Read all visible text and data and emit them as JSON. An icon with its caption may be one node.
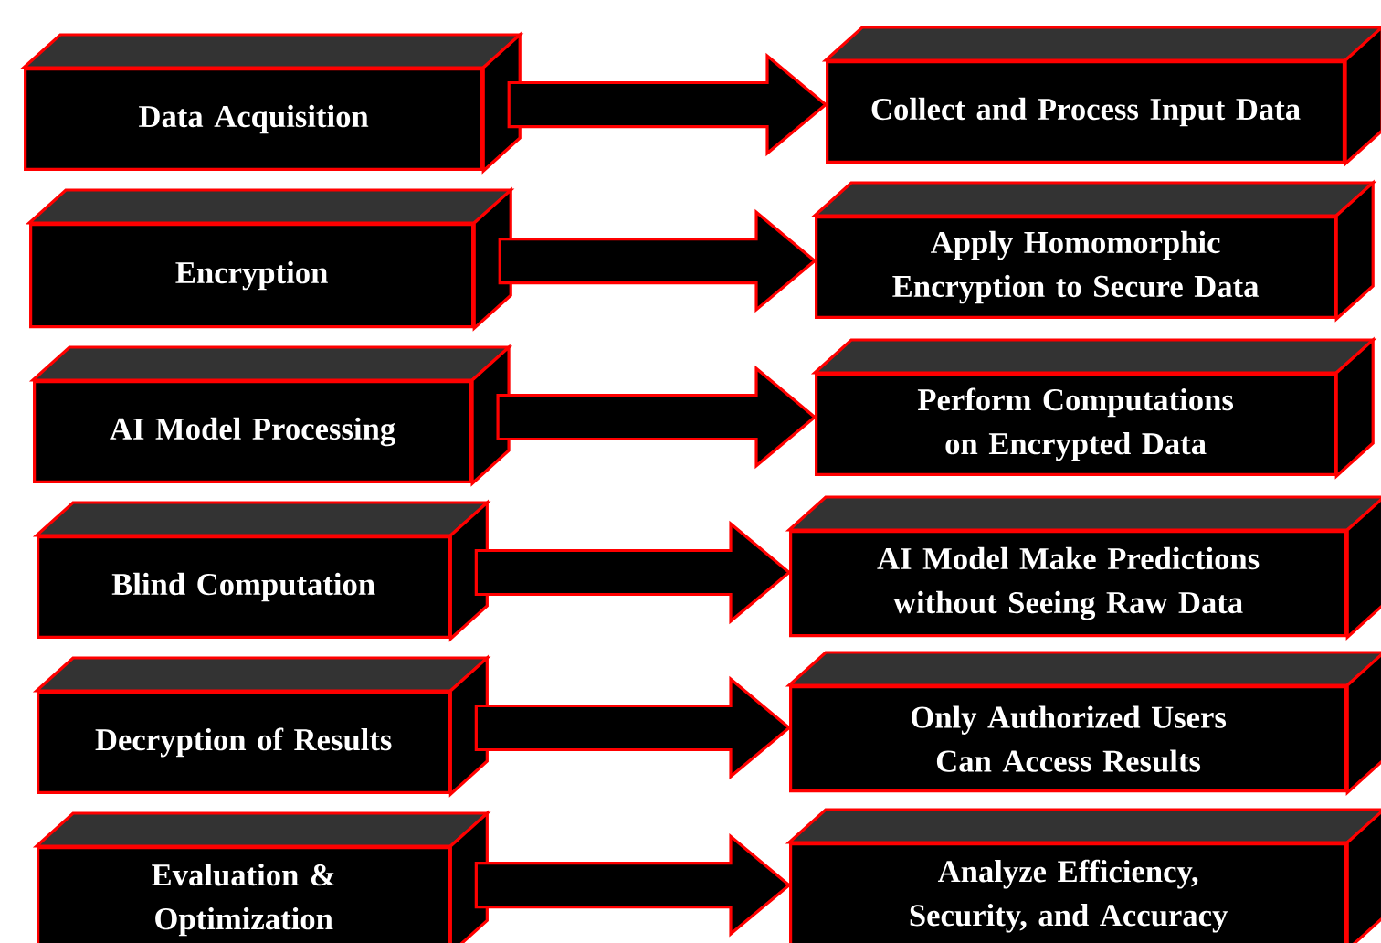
{
  "diagram": {
    "nodes": [
      {
        "text": [
          "Data Acquisition"
        ]
      },
      {
        "text": [
          "Collect and Process Input Data"
        ]
      },
      {
        "text": [
          "Encryption"
        ]
      },
      {
        "text": [
          "Apply Homomorphic Encryption to Secure Data"
        ]
      },
      {
        "text": [
          "AI Model Processing"
        ]
      },
      {
        "text": [
          "Perform Computations on Encrypted Data"
        ]
      },
      {
        "text": [
          "Blind Computation"
        ]
      },
      {
        "text": [
          "AI Model Make Predictions without Seeing Raw Data"
        ]
      },
      {
        "text": [
          "Decryption of Results"
        ]
      },
      {
        "text": [
          "Only Authorized Users Can Access Results"
        ]
      },
      {
        "text": [
          "Evaluation & Optimization"
        ]
      },
      {
        "text": [
          "Analyze Efficiency, Security, and Accuracy"
        ]
      }
    ],
    "edges": [
      {
        "from": 0,
        "to": 1,
        "arrow": "to"
      },
      {
        "from": 2,
        "to": 3,
        "arrow": "to"
      },
      {
        "from": 4,
        "to": 5,
        "arrow": "to"
      },
      {
        "from": 6,
        "to": 7,
        "arrow": "to"
      },
      {
        "from": 8,
        "to": 9,
        "arrow": "to"
      },
      {
        "from": 10,
        "to": 11,
        "arrow": "to"
      }
    ]
  }
}
